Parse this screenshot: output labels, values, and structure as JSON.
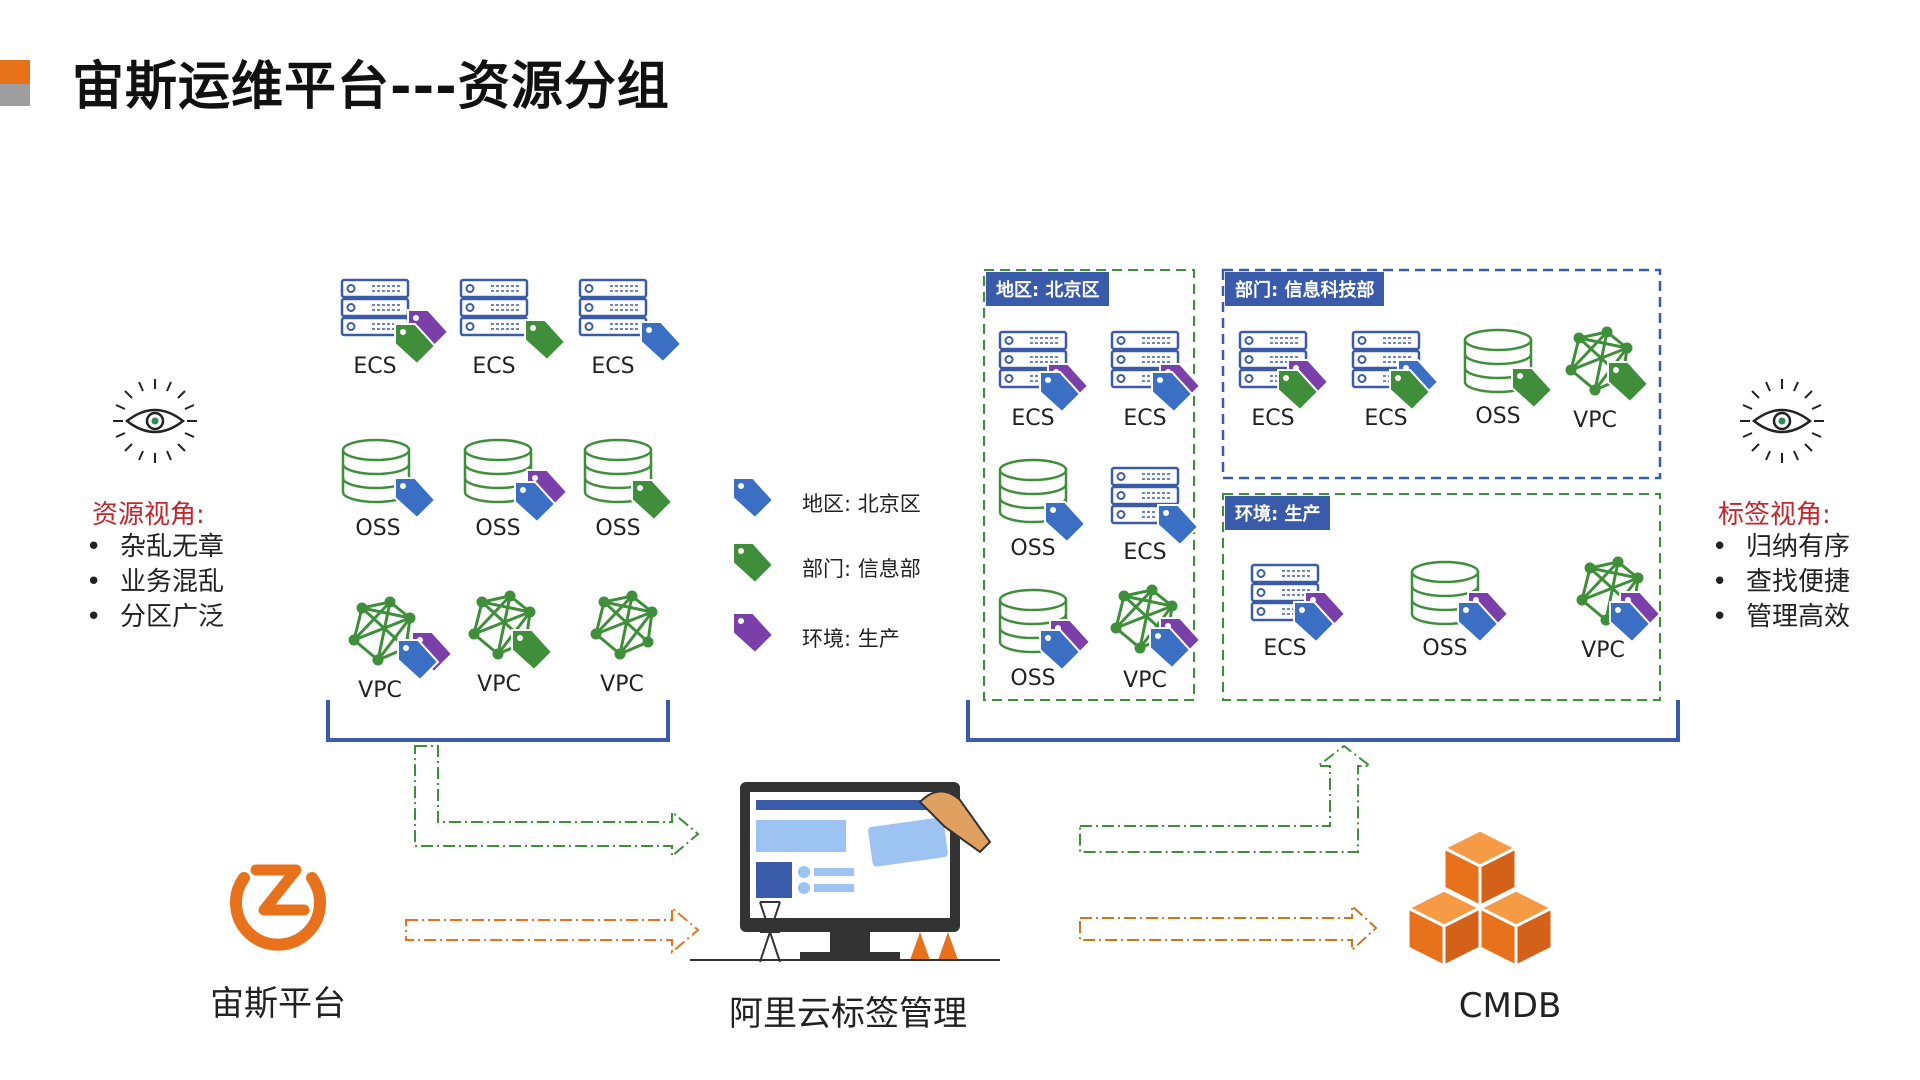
{
  "title": "宙斯运维平台---资源分组",
  "colors": {
    "accent_orange": "#E8711C",
    "accent_gray": "#9E9E9E",
    "tag_blue": "#3A6FC4",
    "tag_green": "#3E8E3A",
    "tag_purple": "#7A3FA8",
    "red_title": "#C0272D",
    "frame_blue": "#3A5BA9"
  },
  "left_view": {
    "title": "资源视角:",
    "bullets": [
      "杂乱无章",
      "业务混乱",
      "分区广泛"
    ],
    "icon": "eye-icon"
  },
  "right_view": {
    "title": "标签视角:",
    "bullets": [
      "归纳有序",
      "查找便捷",
      "管理高效"
    ],
    "icon": "eye-icon"
  },
  "left_resources": {
    "row1": [
      "ECS",
      "ECS",
      "ECS"
    ],
    "row2": [
      "OSS",
      "OSS",
      "OSS"
    ],
    "row3": [
      "VPC",
      "VPC",
      "VPC"
    ]
  },
  "legend": [
    {
      "label": "地区: 北京区",
      "color": "blue"
    },
    {
      "label": "部门: 信息部",
      "color": "green"
    },
    {
      "label": "环境: 生产",
      "color": "purple"
    }
  ],
  "groups": {
    "region": {
      "header": "地区: 北京区",
      "items": [
        "ECS",
        "ECS",
        "OSS",
        "ECS",
        "OSS",
        "VPC"
      ]
    },
    "dept": {
      "header": "部门: 信息科技部",
      "items": [
        "ECS",
        "ECS",
        "OSS",
        "VPC"
      ]
    },
    "env": {
      "header": "环境: 生产",
      "items": [
        "ECS",
        "OSS",
        "VPC"
      ]
    }
  },
  "bottom": {
    "zeus": "宙斯平台",
    "aliyun": "阿里云标签管理",
    "cmdb": "CMDB"
  }
}
